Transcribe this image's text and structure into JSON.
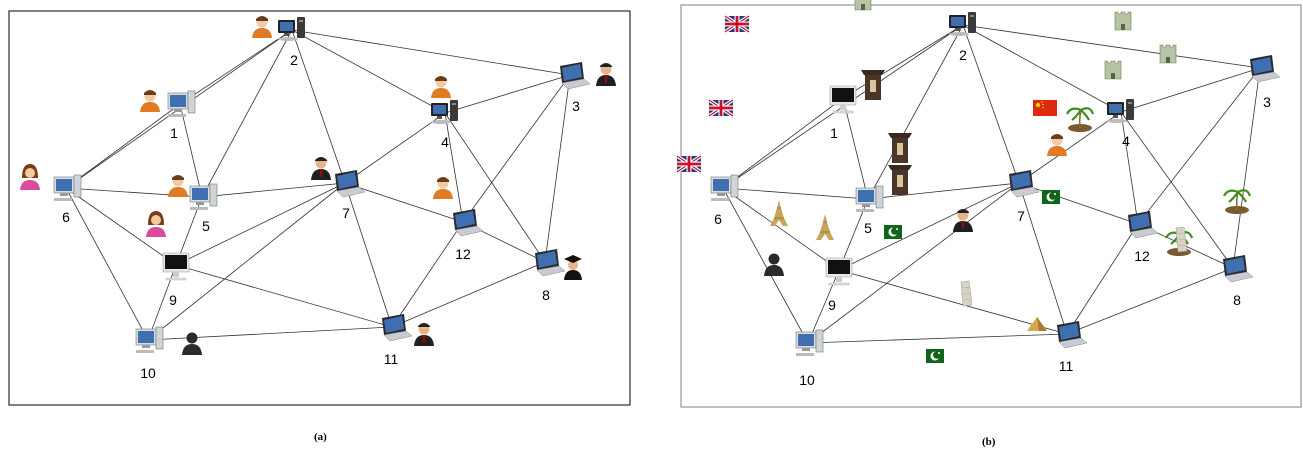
{
  "panels": [
    {
      "id": "a",
      "caption": "(a)",
      "nodes": [
        {
          "id": "1",
          "label": "1",
          "device": "desktop-monitor",
          "attachments": [
            "user"
          ]
        },
        {
          "id": "2",
          "label": "2",
          "device": "tower-pc",
          "attachments": [
            "user"
          ]
        },
        {
          "id": "3",
          "label": "3",
          "device": "laptop",
          "attachments": [
            "businessman"
          ]
        },
        {
          "id": "4",
          "label": "4",
          "device": "tower-pc",
          "attachments": [
            "user"
          ]
        },
        {
          "id": "5",
          "label": "5",
          "device": "desktop-monitor",
          "attachments": [
            "user"
          ]
        },
        {
          "id": "6",
          "label": "6",
          "device": "desktop-monitor",
          "attachments": [
            "woman-user"
          ]
        },
        {
          "id": "7",
          "label": "7",
          "device": "laptop",
          "attachments": [
            "businessman"
          ]
        },
        {
          "id": "8",
          "label": "8",
          "device": "laptop",
          "attachments": [
            "graduate"
          ]
        },
        {
          "id": "9",
          "label": "9",
          "device": "imac",
          "attachments": [
            "woman-user"
          ]
        },
        {
          "id": "10",
          "label": "10",
          "device": "desktop-monitor",
          "attachments": [
            "silhouette"
          ]
        },
        {
          "id": "11",
          "label": "11",
          "device": "laptop",
          "attachments": [
            "businessman"
          ]
        },
        {
          "id": "12",
          "label": "12",
          "device": "laptop",
          "attachments": [
            "user"
          ]
        }
      ]
    },
    {
      "id": "b",
      "caption": "(b)",
      "nodes": [
        {
          "id": "1",
          "label": "1",
          "device": "imac",
          "attachments": [
            "uk-flag",
            "temple"
          ]
        },
        {
          "id": "2",
          "label": "2",
          "device": "tower-pc",
          "attachments": [
            "castle",
            "castle"
          ]
        },
        {
          "id": "3",
          "label": "3",
          "device": "laptop",
          "attachments": [
            "castle"
          ]
        },
        {
          "id": "4",
          "label": "4",
          "device": "tower-pc",
          "attachments": [
            "china-flag",
            "user",
            "castle"
          ]
        },
        {
          "id": "5",
          "label": "5",
          "device": "desktop-monitor",
          "attachments": [
            "temple",
            "temple"
          ]
        },
        {
          "id": "6",
          "label": "6",
          "device": "desktop-monitor",
          "attachments": [
            "uk-flag",
            "uk-flag"
          ]
        },
        {
          "id": "7",
          "label": "7",
          "device": "laptop",
          "attachments": [
            "businessman",
            "pakistan-flag"
          ]
        },
        {
          "id": "8",
          "label": "8",
          "device": "laptop",
          "attachments": [
            "palm-island",
            "palm-island"
          ]
        },
        {
          "id": "9",
          "label": "9",
          "device": "imac",
          "attachments": [
            "eiffel-tower",
            "eiffel-tower",
            "pakistan-flag"
          ]
        },
        {
          "id": "10",
          "label": "10",
          "device": "desktop-monitor",
          "attachments": [
            "silhouette"
          ]
        },
        {
          "id": "11",
          "label": "11",
          "device": "laptop",
          "attachments": [
            "pakistan-flag",
            "leaning-tower",
            "pyramid"
          ]
        },
        {
          "id": "12",
          "label": "12",
          "device": "laptop",
          "attachments": [
            "palm-island",
            "leaning-tower"
          ]
        }
      ]
    }
  ],
  "edges": [
    [
      "1",
      "2"
    ],
    [
      "1",
      "5"
    ],
    [
      "1",
      "6"
    ],
    [
      "2",
      "3"
    ],
    [
      "2",
      "4"
    ],
    [
      "2",
      "5"
    ],
    [
      "2",
      "6"
    ],
    [
      "2",
      "7"
    ],
    [
      "3",
      "4"
    ],
    [
      "3",
      "8"
    ],
    [
      "3",
      "12"
    ],
    [
      "4",
      "7"
    ],
    [
      "4",
      "8"
    ],
    [
      "4",
      "12"
    ],
    [
      "5",
      "6"
    ],
    [
      "5",
      "7"
    ],
    [
      "5",
      "9"
    ],
    [
      "6",
      "9"
    ],
    [
      "6",
      "10"
    ],
    [
      "7",
      "9"
    ],
    [
      "7",
      "10"
    ],
    [
      "7",
      "11"
    ],
    [
      "7",
      "12"
    ],
    [
      "8",
      "11"
    ],
    [
      "8",
      "12"
    ],
    [
      "9",
      "10"
    ],
    [
      "9",
      "11"
    ],
    [
      "10",
      "11"
    ],
    [
      "11",
      "12"
    ]
  ],
  "colors": {
    "edge": "#333333",
    "frame": "#000000",
    "frame_b": "#808080",
    "screen": "#3f6fb0",
    "flag_pk": "#11651b",
    "flag_cn": "#de2910",
    "flag_uk_blue": "#1f3b7d",
    "flag_uk_red": "#c8102e"
  }
}
